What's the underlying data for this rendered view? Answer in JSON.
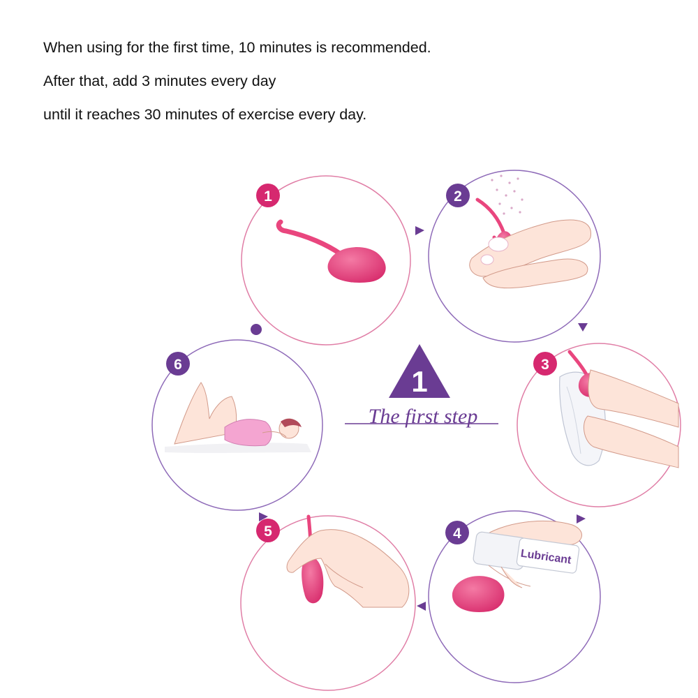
{
  "instructions": {
    "line1": "When using for the first time, 10 minutes is recommended.",
    "line2": "After that, add 3 minutes every day",
    "line3": "until it reaches 30 minutes of exercise every day."
  },
  "center": {
    "number": "1",
    "caption": "The first step"
  },
  "steps": [
    {
      "number": "1",
      "badge_color": "#d6286f",
      "icon": "kegel-ball-icon"
    },
    {
      "number": "2",
      "badge_color": "#6a3c93",
      "icon": "washing-hands-icon"
    },
    {
      "number": "3",
      "badge_color": "#d6286f",
      "icon": "drying-towel-icon"
    },
    {
      "number": "4",
      "badge_color": "#6a3c93",
      "icon": "lubricant-bottle-icon",
      "label": "Lubricant"
    },
    {
      "number": "5",
      "badge_color": "#d6286f",
      "icon": "inserting-ball-icon"
    },
    {
      "number": "6",
      "badge_color": "#6a3c93",
      "icon": "lying-woman-icon"
    }
  ],
  "colors": {
    "pink": "#d6286f",
    "purple": "#6a3c93",
    "product_pink": "#e9467e",
    "skin": "#fde4d9"
  }
}
